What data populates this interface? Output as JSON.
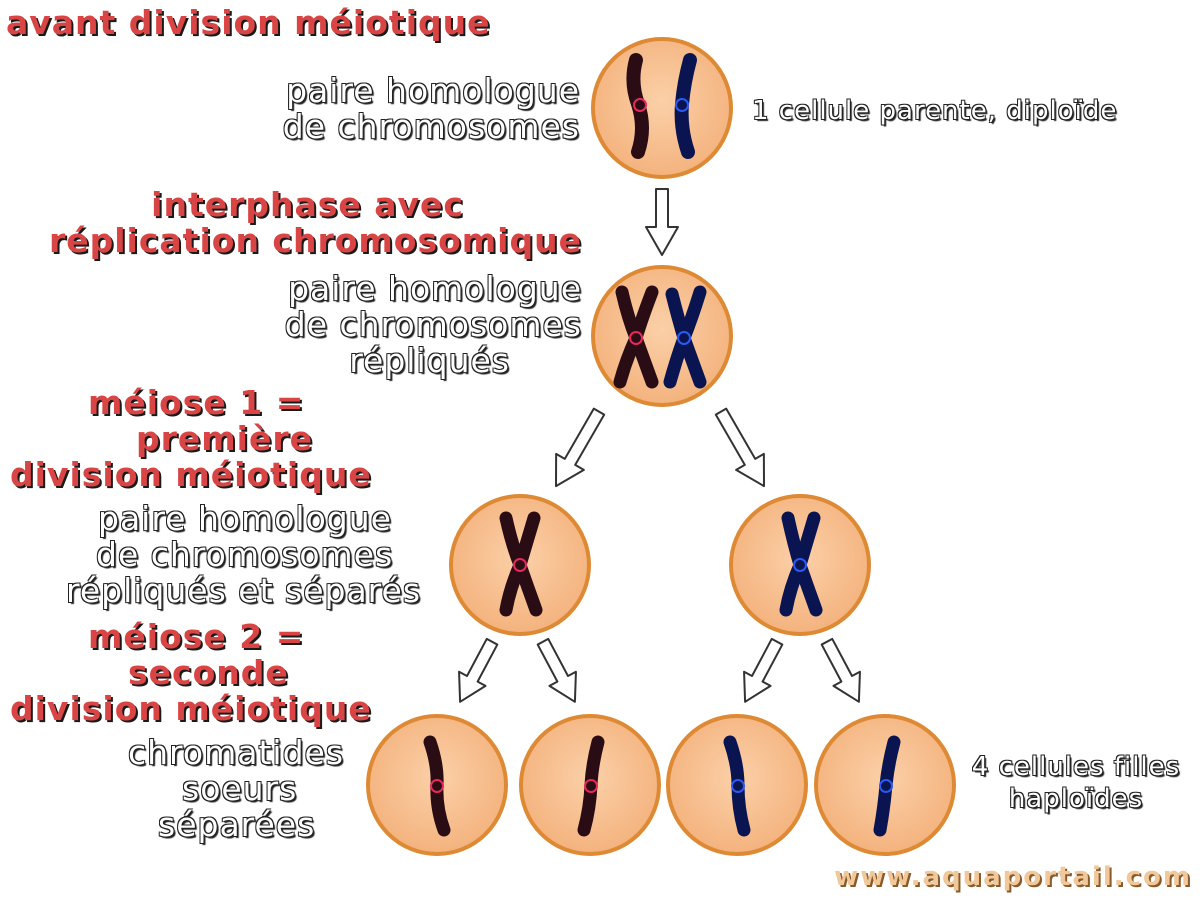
{
  "labels": {
    "stage0_title": "avant division méiotique",
    "stage0_desc": [
      "paire homologue",
      "de chromosomes"
    ],
    "parent_note": "1 cellule parente, diploïde",
    "stage1_title": [
      "interphase avec",
      "réplication chromosomique"
    ],
    "stage1_desc": [
      "paire homologue",
      "de chromosomes",
      "répliqués"
    ],
    "stage2_title": [
      "méiose 1 =",
      "première",
      "division méiotique"
    ],
    "stage2_desc": [
      "paire homologue",
      "de chromosomes",
      "répliqués et séparés"
    ],
    "stage3_title": [
      "méiose 2 =",
      "seconde",
      "division méiotique"
    ],
    "stage3_desc": [
      "chromatides",
      "soeurs",
      "séparées"
    ],
    "daughter_note": [
      "4 cellules filles",
      "haploïdes"
    ]
  },
  "watermark": "www.aquaportail.com",
  "colors": {
    "cell_fill": "#f6bc8c",
    "cell_border": "#de8a35",
    "chrom_red": "#2a0d14",
    "centromere_red": "#e8285a",
    "chrom_blue": "#0a1450",
    "centromere_blue": "#2a5af5",
    "title_red": "#d94545"
  }
}
